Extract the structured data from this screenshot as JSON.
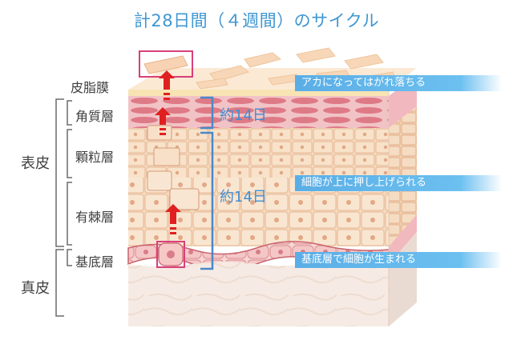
{
  "title": "計28日間（４週間）のサイクル",
  "labels": {
    "epidermis": "表皮",
    "dermis": "真皮",
    "sebum_film": "皮脂膜",
    "stratum_corneum": "角質層",
    "stratum_granulosum": "顆粒層",
    "stratum_spinosum": "有棘層",
    "stratum_basale": "基底層"
  },
  "durations": {
    "upper": "約14日",
    "lower": "約14日"
  },
  "callouts": {
    "peeling": "アカになってはがれ落ちる",
    "pushed_up": "細胞が上に押し上げられる",
    "born": "基底層で細胞が生まれる"
  },
  "colors": {
    "title": "#3f97d2",
    "callout": "#5aaee6",
    "bracket": "#4a88c8",
    "arrow": "#e02020",
    "highlight_box": "#d8407a",
    "corneum": "#e07a8a",
    "epidermis_cells": "#f3d2b0",
    "dermis": "#f4e6dd"
  }
}
